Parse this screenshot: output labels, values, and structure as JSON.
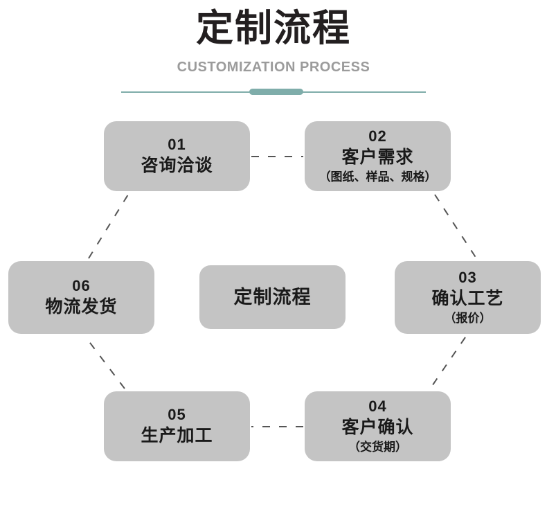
{
  "header": {
    "title_cn": "定制流程",
    "title_en": "CUSTOMIZATION PROCESS",
    "accent_color": "#7fadaa",
    "title_color": "#231f20",
    "subtitle_color": "#9b9b9b"
  },
  "flow": {
    "node_color": "#c4c4c4",
    "connector_color": "#555555",
    "connector_style": "dashed",
    "center": {
      "title": "定制流程"
    },
    "steps": [
      {
        "num": "01",
        "title": "咨询洽谈",
        "sub": ""
      },
      {
        "num": "02",
        "title": "客户需求",
        "sub": "（图纸、样品、规格）"
      },
      {
        "num": "03",
        "title": "确认工艺",
        "sub": "（报价）"
      },
      {
        "num": "04",
        "title": "客户确认",
        "sub": "（交货期）"
      },
      {
        "num": "05",
        "title": "生产加工",
        "sub": ""
      },
      {
        "num": "06",
        "title": "物流发货",
        "sub": ""
      }
    ]
  }
}
